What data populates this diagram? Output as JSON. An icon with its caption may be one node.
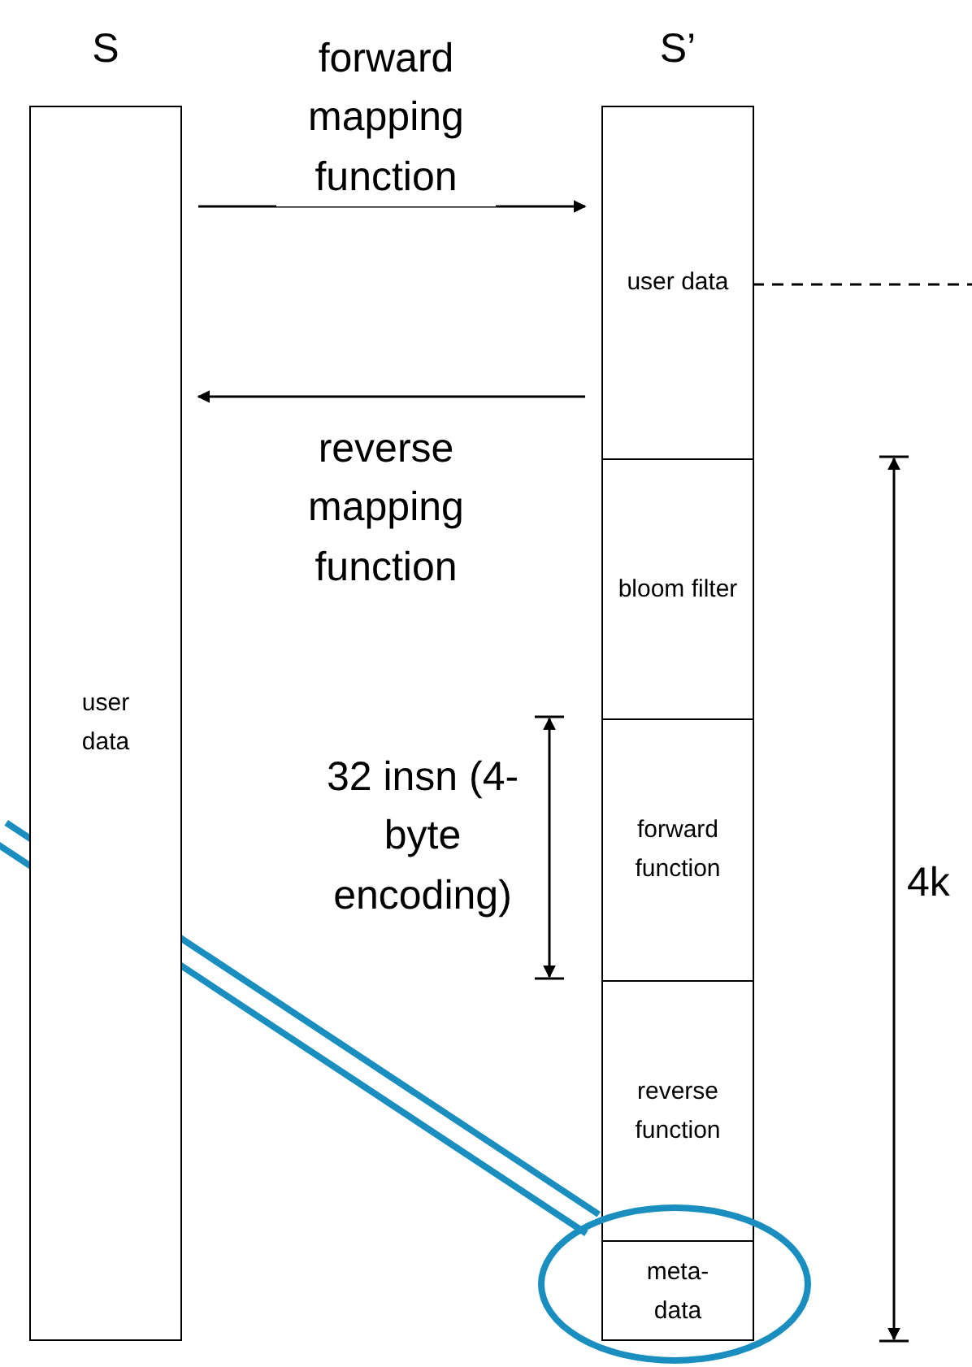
{
  "diagram": {
    "nodes": [
      {
        "text": [
          "S",
          "user data"
        ]
      },
      {
        "text": [
          "S’"
        ]
      },
      {
        "text": [
          "user data"
        ],
        "in": 1
      },
      {
        "text": [
          "bloom filter"
        ],
        "in": 1
      },
      {
        "text": [
          "forward function"
        ],
        "in": 1
      },
      {
        "text": [
          "reverse function"
        ],
        "in": 1
      },
      {
        "text": [
          "meta-data"
        ]
      },
      {
        "text": [],
        "shape": "ellipse"
      }
    ],
    "edges": [
      {
        "from": 0,
        "to": 1,
        "arrow": "to",
        "label": "forward mapping function"
      },
      {
        "from": 1,
        "to": 0,
        "arrow": "to",
        "label": "reverse mapping function"
      },
      {
        "from": 2,
        "to": null,
        "arrow": "none",
        "style": "dashed"
      },
      {
        "from": null,
        "to": 7,
        "arrow": "none",
        "style": "thick",
        "color": "#1a8fbf"
      }
    ],
    "labels": [
      "32 insn (4-byte encoding)",
      "4k"
    ]
  }
}
